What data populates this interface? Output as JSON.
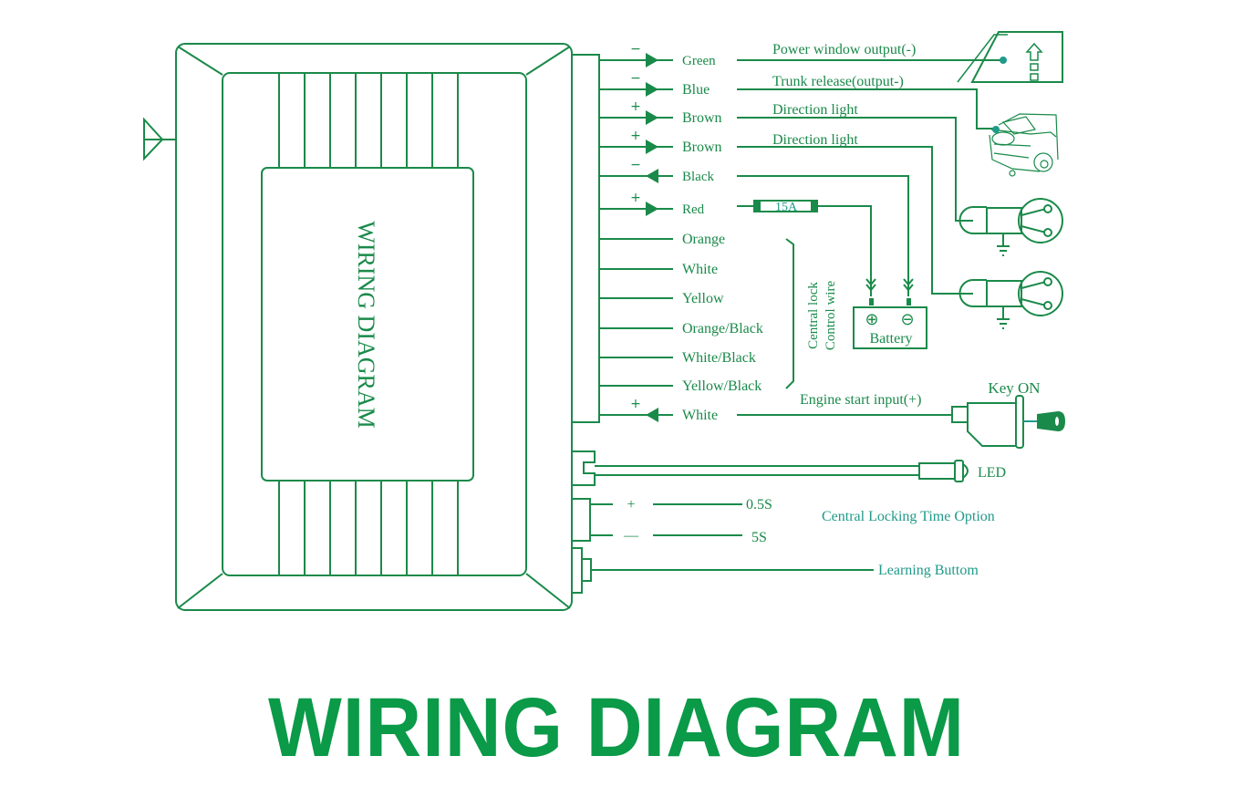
{
  "colors": {
    "line": "#1a8a4a",
    "text": "#1a8a4a",
    "accent_teal": "#1f9a8a",
    "title": "#0a9a48"
  },
  "module": {
    "label": "WIRING DIAGRAM"
  },
  "wires": [
    {
      "color": "Green",
      "polarity": "−",
      "direction": "out",
      "target": "Power window output(-)"
    },
    {
      "color": "Blue",
      "polarity": "−",
      "direction": "out",
      "target": "Trunk release(output-)"
    },
    {
      "color": "Brown",
      "polarity": "+",
      "direction": "out",
      "target": "Direction light"
    },
    {
      "color": "Brown",
      "polarity": "+",
      "direction": "out",
      "target": "Direction light"
    },
    {
      "color": "Black",
      "polarity": "−",
      "direction": "in",
      "target": ""
    },
    {
      "color": "Red",
      "polarity": "+",
      "direction": "out",
      "target": ""
    },
    {
      "color": "Orange",
      "polarity": "",
      "direction": "",
      "target": ""
    },
    {
      "color": "White",
      "polarity": "",
      "direction": "",
      "target": ""
    },
    {
      "color": "Yellow",
      "polarity": "",
      "direction": "",
      "target": ""
    },
    {
      "color": "Orange/Black",
      "polarity": "",
      "direction": "",
      "target": ""
    },
    {
      "color": "White/Black",
      "polarity": "",
      "direction": "",
      "target": ""
    },
    {
      "color": "Yellow/Black",
      "polarity": "",
      "direction": "",
      "target": ""
    },
    {
      "color": "White",
      "polarity": "+",
      "direction": "in",
      "target": "Engine start input(+)"
    }
  ],
  "fuse": {
    "rating": "15A"
  },
  "battery": {
    "label": "Battery",
    "plus": "⊕",
    "minus": "⊖"
  },
  "central_lock": {
    "line1": "Central lock",
    "line2": "Control wire"
  },
  "key": {
    "label": "Key ON"
  },
  "led": {
    "label": "LED"
  },
  "time_option": {
    "title": "Central Locking Time Option",
    "plus_symbol": "+",
    "minus_symbol": "—",
    "plus_value": "0.5S",
    "minus_value": "5S"
  },
  "learning": {
    "label": "Learning Buttom"
  },
  "footer": {
    "title": "WIRING DIAGRAM"
  }
}
